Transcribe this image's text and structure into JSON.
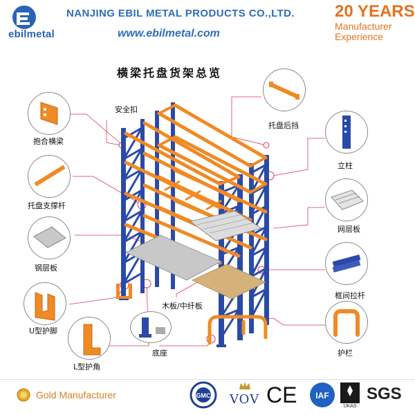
{
  "header": {
    "logo_text": "ebilmetal",
    "company_name": "NANJING EBIL METAL PRODUCTS CO.,LTD.",
    "website": "www.ebilmetal.com",
    "years_big": "20 YEARS",
    "years_line1": "Manufacturer",
    "years_line2": "Experience"
  },
  "diagram": {
    "title": "横梁托盘货架总览",
    "labels": {
      "safety_pin": "安全扣",
      "box_beam": "抱合横梁",
      "pallet_support": "托盘支撑杆",
      "steel_deck": "钢层板",
      "u_guard": "U型护脚",
      "l_guard": "L型护角",
      "base_plate": "底座",
      "wood_board": "木板/中纤板",
      "pallet_stop": "托盘后挡",
      "upright": "立柱",
      "wire_deck": "网层板",
      "frame_brace": "框间拉杆",
      "guard_rail": "护栏"
    }
  },
  "footer": {
    "gold_text": "Gold Manufacturer",
    "cert_gmc": "GMC",
    "cert_vov": "VOV",
    "cert_ce": "CE",
    "cert_iaf": "IAF",
    "cert_ukas": "UKAS",
    "cert_sgs": "SGS"
  },
  "colors": {
    "brand_blue": "#2f6db9",
    "orange": "#e37321",
    "upright_blue": "#2a4aa8",
    "beam_orange": "#f08a24"
  }
}
